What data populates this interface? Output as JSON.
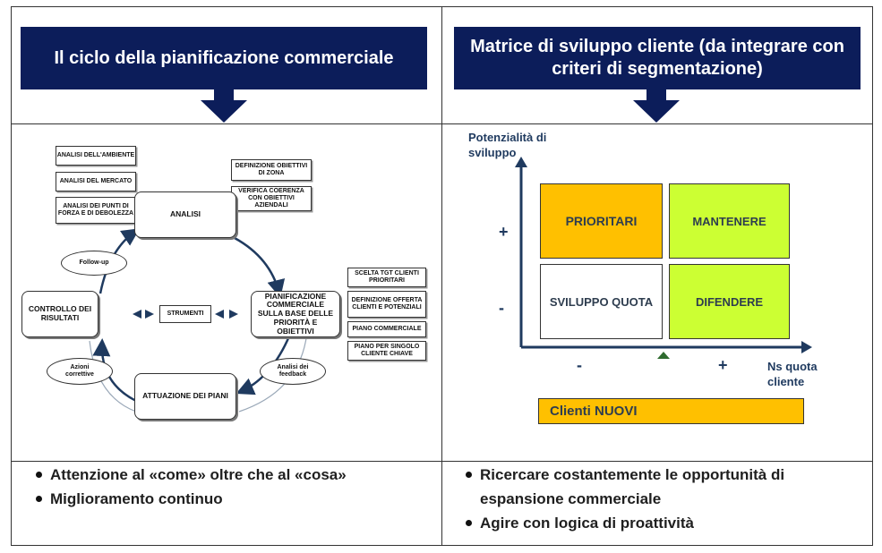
{
  "left": {
    "title": "Il ciclo della pianificazione commerciale",
    "cycle": {
      "analisi": "ANALISI",
      "pianificazione": "PIANIFICAZIONE COMMERCIALE SULLA BASE DELLE PRIORITÀ E OBIETTIVI",
      "attuazione": "ATTUAZIONE DEI PIANI",
      "controllo": "CONTROLLO DEI RISULTATI",
      "strumenti": "STRUMENTI",
      "followup": "Follow-up",
      "azioni": "Azioni correttive",
      "feedback": "Analisi dei feedback"
    },
    "analysis_inputs": [
      "ANALISI DELL'AMBIENTE",
      "ANALISI DEL MERCATO",
      "ANALISI DEI PUNTI DI FORZA E DI DEBOLEZZA"
    ],
    "objective_inputs": [
      "DEFINIZIONE OBIETTIVI DI ZONA",
      "VERIFICA COERENZA CON OBIETTIVI AZIENDALI"
    ],
    "planning_outputs": [
      "SCELTA TGT CLIENTI PRIORITARI",
      "DEFINIZIONE OFFERTA CLIENTI E POTENZIALI",
      "PIANO COMMERCIALE",
      "PIANO PER SINGOLO CLIENTE CHIAVE"
    ],
    "bullets": [
      "Attenzione al «come» oltre che al «cosa»",
      "Miglioramento continuo"
    ]
  },
  "right": {
    "title": "Matrice di sviluppo cliente (da integrare con criteri di segmentazione)",
    "y_axis_label": "Potenzialità di sviluppo",
    "x_axis_label": "Ns quota cliente",
    "plus": "+",
    "minus": "-",
    "quadrants": {
      "top_left": "PRIORITARI",
      "top_right": "MANTENERE",
      "bottom_left": "SVILUPPO QUOTA",
      "bottom_right": "DIFENDERE"
    },
    "new_clients": "Clienti NUOVI",
    "bullets": [
      "Ricercare costantemente le opportunità di espansione commerciale",
      "Agire con logica di proattività"
    ],
    "colors": {
      "orange": "#ffc000",
      "green": "#ccff33",
      "navy": "#0c1d5a"
    }
  }
}
